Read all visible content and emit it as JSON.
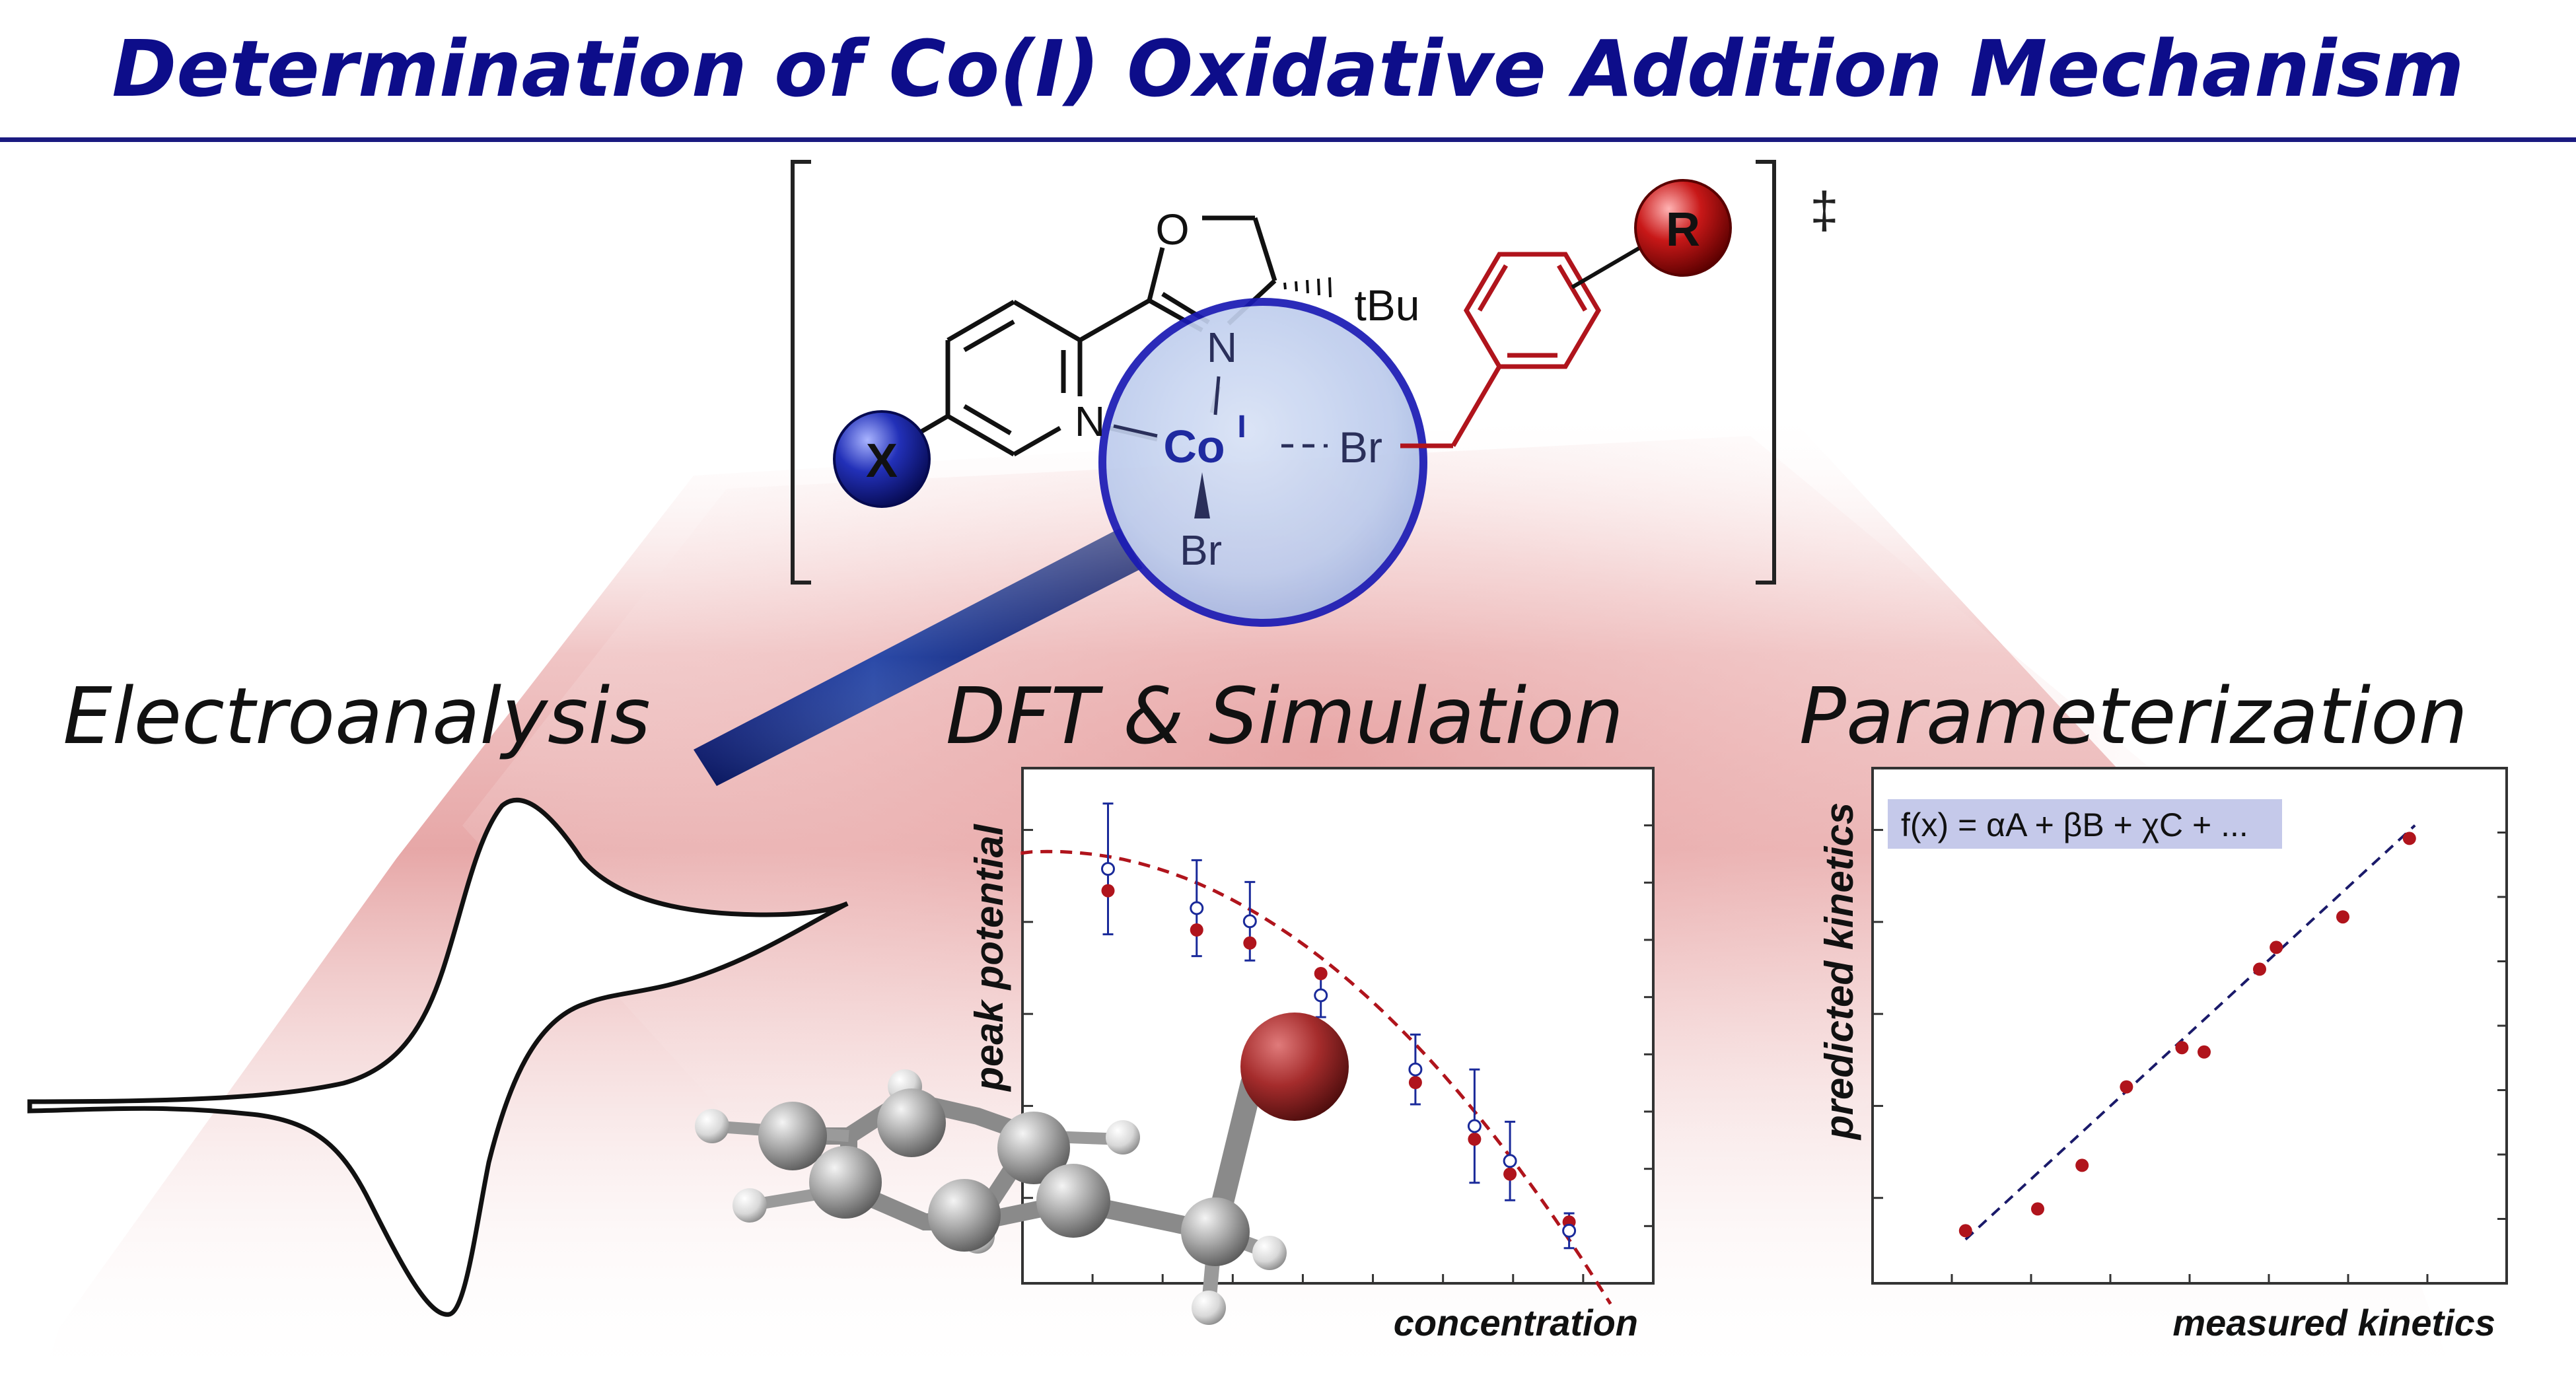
{
  "title": "Determination of Co(I) Oxidative Addition Mechanism",
  "colors": {
    "title": "#0d0d8a",
    "rule": "#1a1a80",
    "ligand_blue": "#1a1a9a",
    "aryl_red": "#b0141c",
    "data_red": "#b0141c",
    "data_blue": "#1a2a9a",
    "glow": "#e49a9a"
  },
  "structure": {
    "atoms": {
      "O": "O",
      "N_oxazoline": "N",
      "N_pyridine": "N",
      "Co": "Co",
      "Co_superscript": "I",
      "Br_bridge": "Br",
      "Br_lower": "Br",
      "tBu": "tBu",
      "X": "X",
      "R": "R"
    },
    "dagger": "‡"
  },
  "sections": {
    "electroanalysis": "Electroanalysis",
    "dft": "DFT & Simulation",
    "parameterization": "Parameterization"
  },
  "chart_data": [
    {
      "type": "scatter",
      "xlabel": "concentration",
      "ylabel": "peak potential",
      "xlim": [
        0,
        10
      ],
      "ylim": [
        0,
        10
      ],
      "fit": "dashed quadratic curve",
      "series": [
        {
          "marker": "open circle with error bar",
          "x": [
            1.0,
            2.5,
            3.4,
            4.6,
            6.2,
            7.2,
            7.8,
            8.8
          ],
          "y": [
            8.9,
            8.0,
            7.7,
            6.0,
            4.3,
            3.0,
            2.2,
            0.6
          ],
          "err": [
            1.5,
            1.1,
            0.9,
            0.5,
            0.8,
            1.3,
            0.9,
            0.4
          ]
        },
        {
          "marker": "filled dot",
          "x": [
            1.0,
            2.5,
            3.4,
            4.6,
            6.2,
            7.2,
            7.8,
            8.8
          ],
          "y": [
            8.4,
            7.5,
            7.2,
            6.5,
            4.0,
            2.7,
            1.9,
            0.8
          ]
        }
      ]
    },
    {
      "type": "scatter",
      "xlabel": "measured kinetics",
      "ylabel": "predicted kinetics",
      "annotation": "f(x) = αA + βB + χC + ...",
      "xlim": [
        0,
        10
      ],
      "ylim": [
        0,
        10
      ],
      "fit": "dashed linear",
      "x": [
        1.2,
        2.5,
        3.3,
        4.1,
        5.1,
        5.5,
        6.5,
        6.8,
        8.0,
        9.2
      ],
      "y": [
        0.6,
        1.1,
        2.1,
        3.9,
        4.8,
        4.7,
        6.6,
        7.1,
        7.8,
        9.6
      ]
    }
  ]
}
